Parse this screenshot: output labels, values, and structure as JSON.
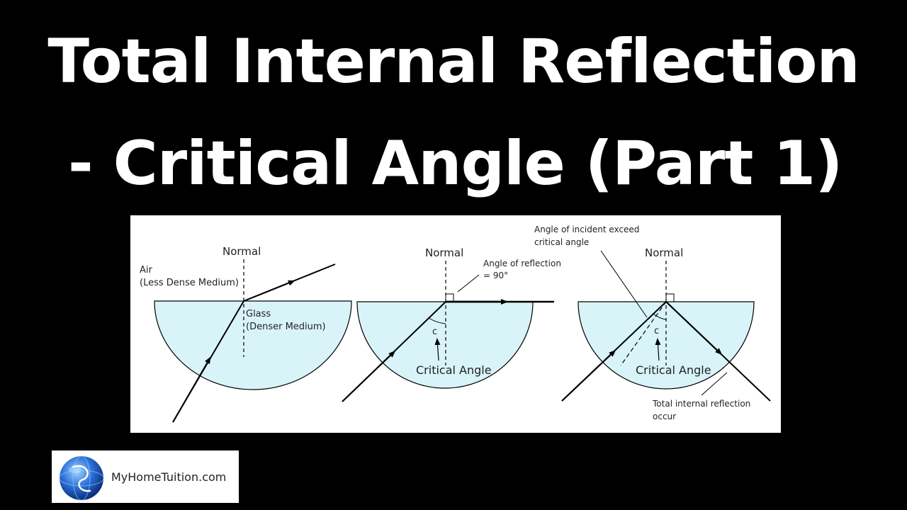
{
  "title": {
    "line1": "Total Internal Reflection",
    "line2": "- Critical Angle (Part 1)"
  },
  "colors": {
    "background": "#000000",
    "glass": "#d9f4f9",
    "ray": "#000000"
  },
  "diagrams": [
    {
      "normal_label": "Normal",
      "upper_medium_label_1": "Air",
      "upper_medium_label_2": "(Less Dense Medium)",
      "lower_medium_label_1": "Glass",
      "lower_medium_label_2": "(Denser Medium)"
    },
    {
      "normal_label": "Normal",
      "reflection_note_1": "Angle of reflection",
      "reflection_note_2": "= 90°",
      "angle_symbol": "c",
      "angle_label": "Critical Angle"
    },
    {
      "normal_label": "Normal",
      "incidence_note_1": "Angle of incident exceed",
      "incidence_note_2": "critical angle",
      "angle_symbol": "c",
      "angle_label": "Critical Angle",
      "result_note_1": "Total internal reflection",
      "result_note_2": "occur"
    }
  ],
  "logo": {
    "icon": "globe-icon",
    "text": "MyHomeTuition.com"
  }
}
